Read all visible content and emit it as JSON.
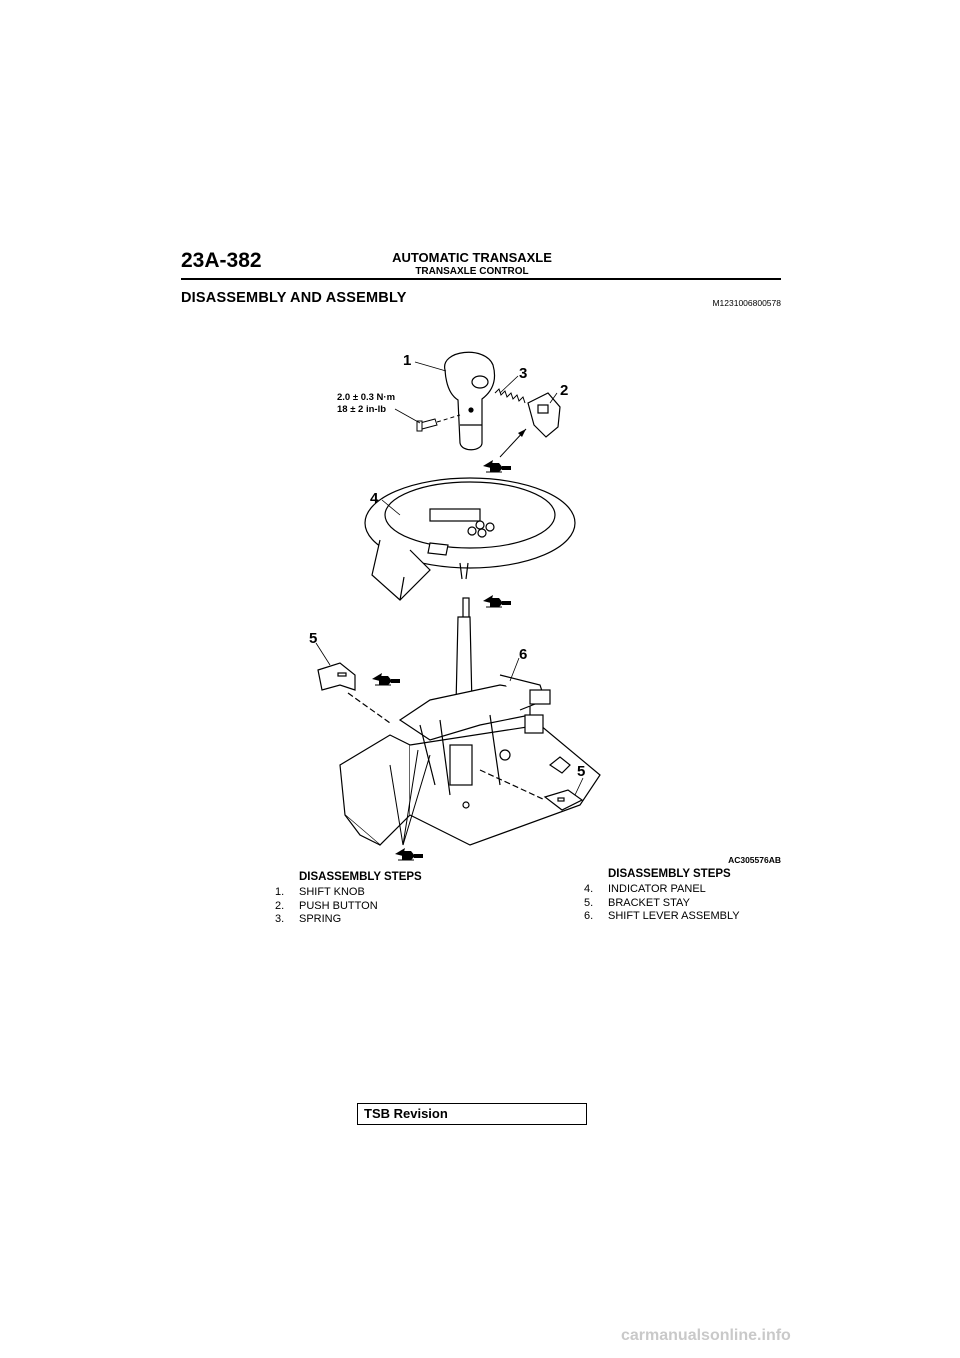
{
  "header": {
    "page_number": "23A-382",
    "section_title": "AUTOMATIC TRANSAXLE",
    "section_subtitle": "TRANSAXLE CONTROL"
  },
  "page_heading": "DISASSEMBLY AND ASSEMBLY",
  "doc_code": "M1231006800578",
  "figure": {
    "callouts": {
      "c1": "1",
      "c2": "2",
      "c3": "3",
      "c4": "4",
      "c5a": "5",
      "c5b": "5",
      "c6": "6"
    },
    "torque_line1": "2.0 ± 0.3 N·m",
    "torque_line2": "18 ± 2 in-lb",
    "figure_code": "AC305576AB",
    "icons": [
      "grease-gun-icon"
    ]
  },
  "disassembly_left": {
    "heading": "DISASSEMBLY STEPS",
    "items": [
      {
        "num": "1.",
        "label": "SHIFT KNOB"
      },
      {
        "num": "2.",
        "label": "PUSH BUTTON"
      },
      {
        "num": "3.",
        "label": "SPRING"
      }
    ]
  },
  "disassembly_right": {
    "heading": "DISASSEMBLY STEPS",
    "items": [
      {
        "num": "4.",
        "label": "INDICATOR PANEL"
      },
      {
        "num": "5.",
        "label": "BRACKET STAY"
      },
      {
        "num": "6.",
        "label": "SHIFT LEVER ASSEMBLY"
      }
    ]
  },
  "footer": {
    "tsb_label": "TSB Revision",
    "watermark": "carmanualsonline.info"
  }
}
